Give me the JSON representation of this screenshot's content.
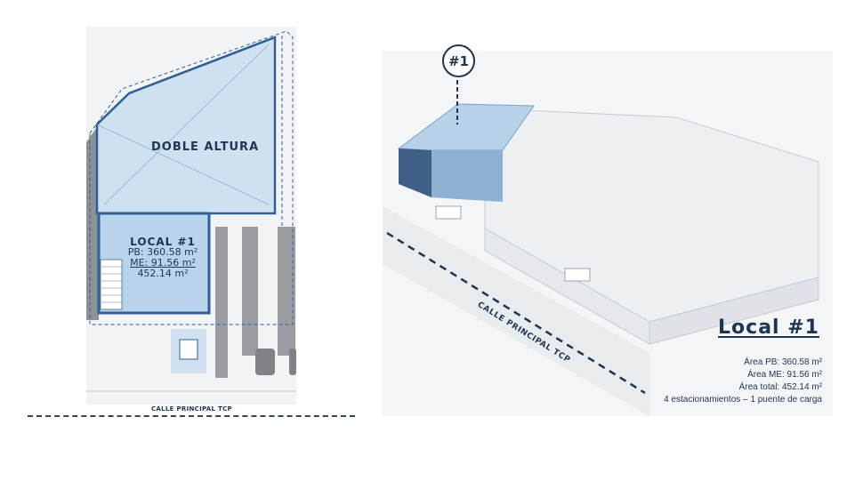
{
  "floor_plan": {
    "double_height_label": "DOBLE ALTURA",
    "unit_title": "LOCAL #1",
    "area_pb": "PB: 360.58 m²",
    "area_me": "ME: 91.56 m²",
    "area_total": "452.14 m²",
    "street_label": "CALLE PRINCIPAL TCP",
    "accent_color": "#2f5f96"
  },
  "isometric": {
    "unit_badge": "#1",
    "street_label": "CALLE PRINCIPAL TCP",
    "title": "Local #1",
    "specs": [
      "Área PB: 360.58 m²",
      "Área ME: 91.56 m²",
      "Área total: 452.14 m²",
      "4 estacionamientos – 1 puente de carga"
    ]
  }
}
